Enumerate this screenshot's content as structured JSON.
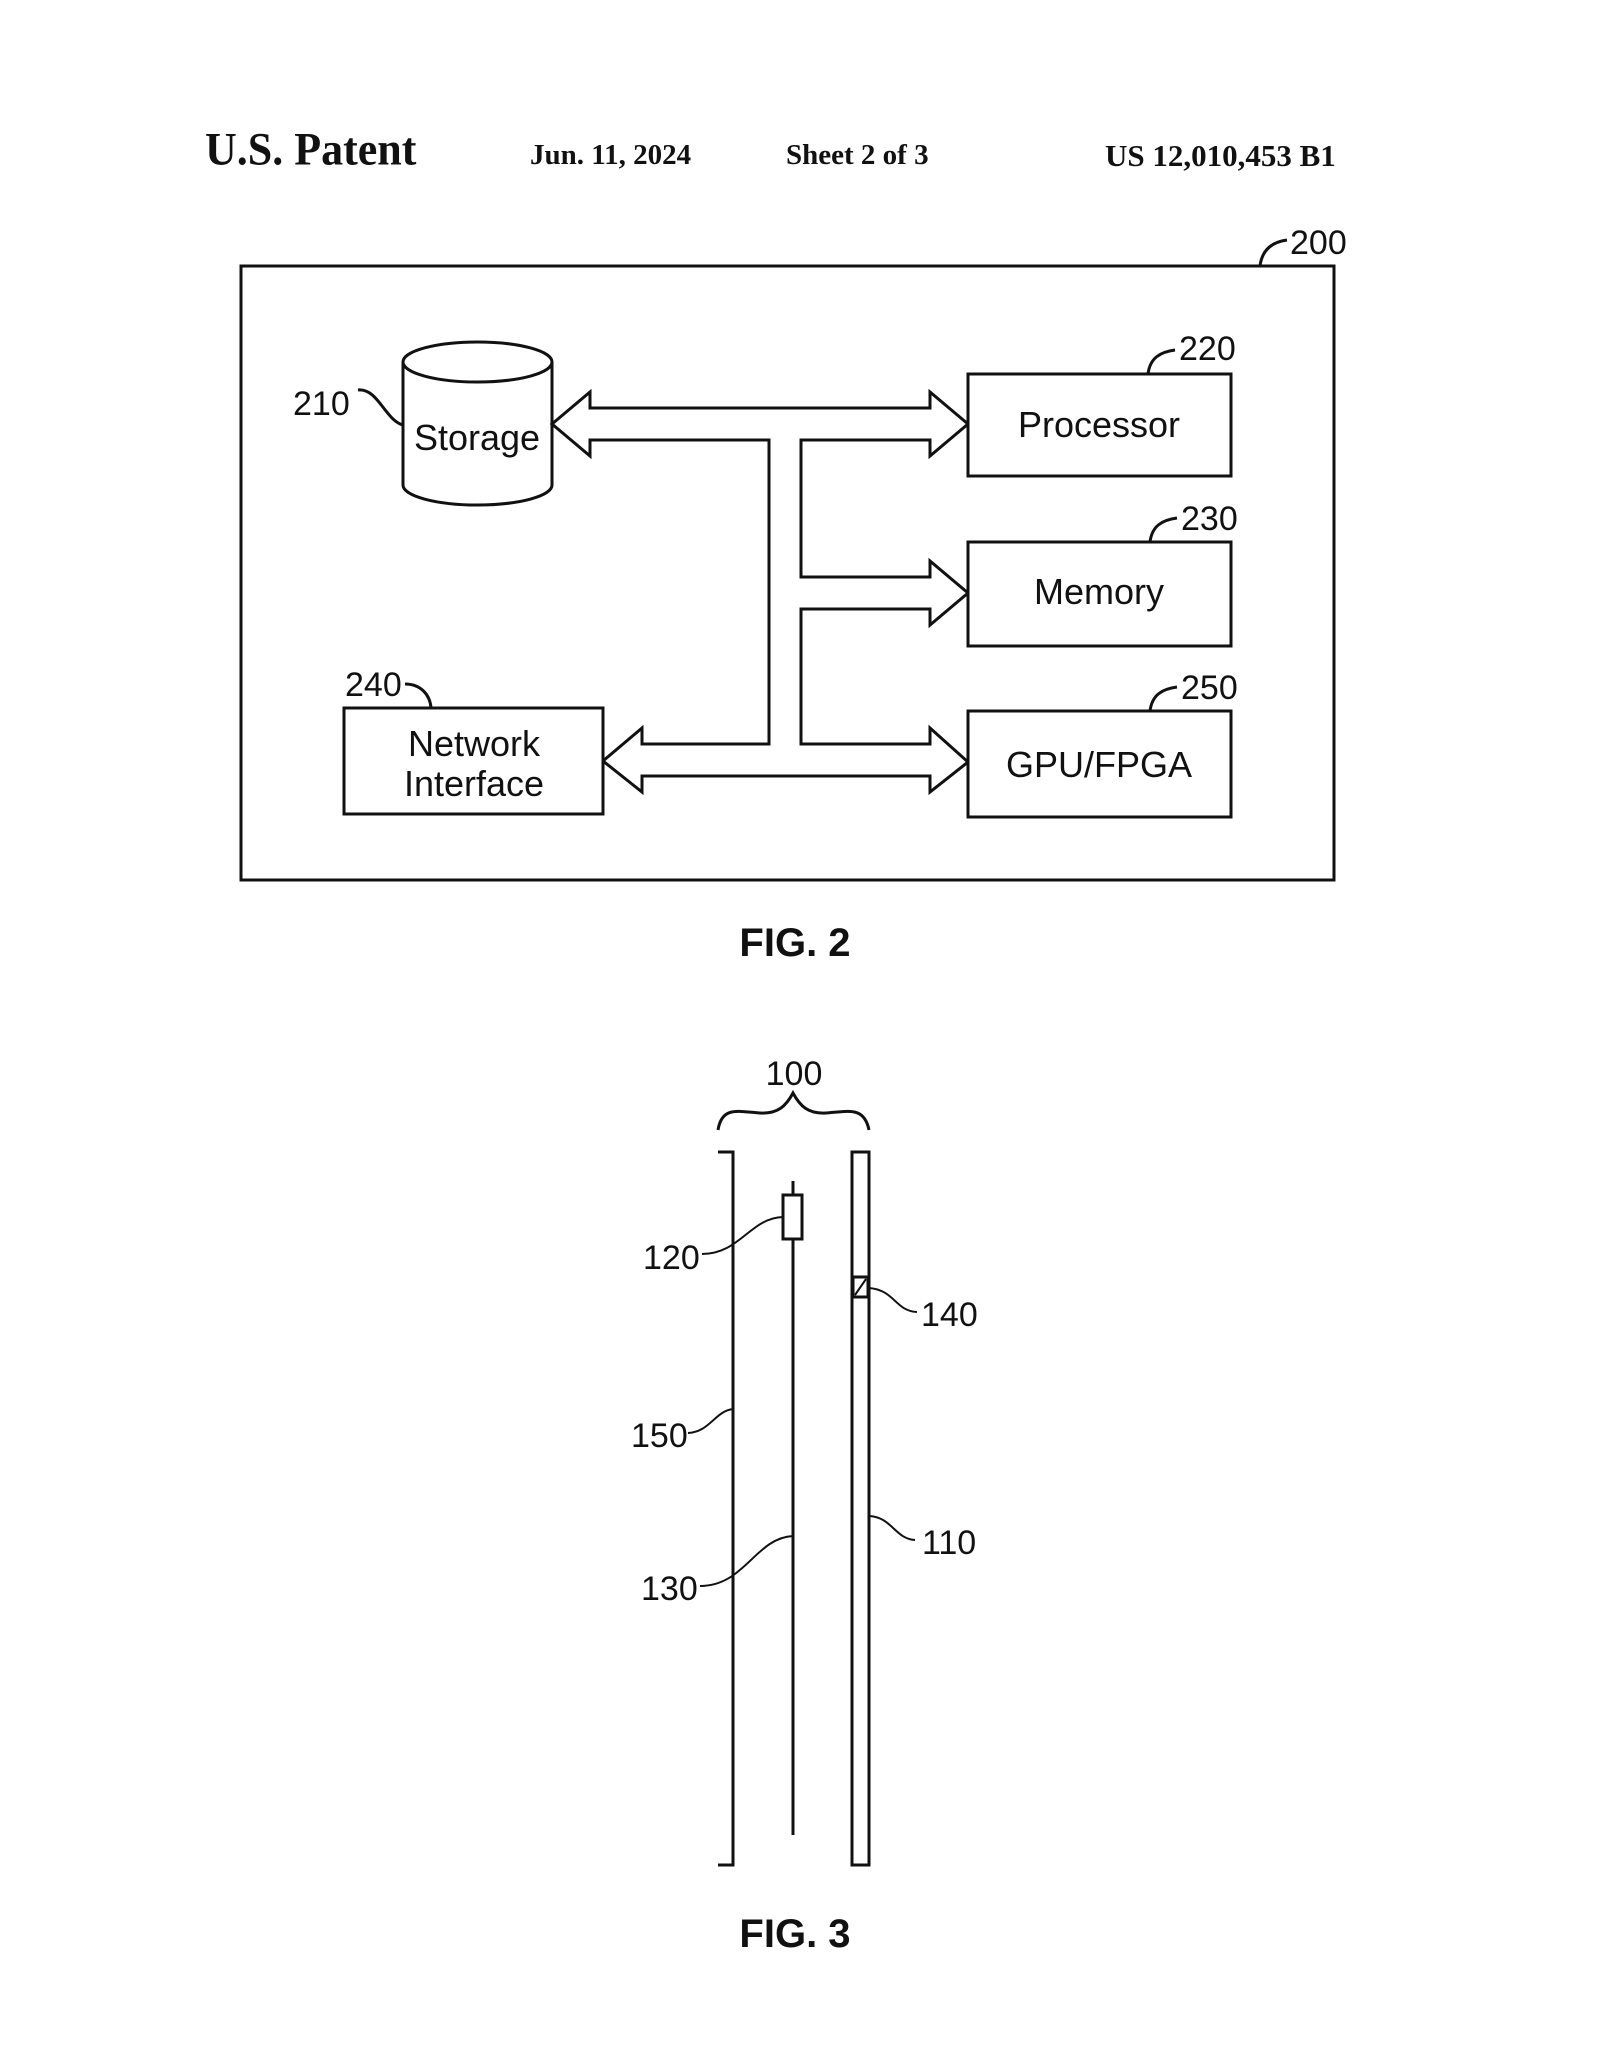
{
  "header": {
    "title": "U.S. Patent",
    "date": "Jun. 11, 2024",
    "sheet": "Sheet 2 of 3",
    "patent_number": "US 12,010,453 B1"
  },
  "fig2": {
    "caption": "FIG. 2",
    "system_ref": "200",
    "storage": {
      "ref": "210",
      "label": "Storage"
    },
    "processor": {
      "ref": "220",
      "label": "Processor"
    },
    "memory": {
      "ref": "230",
      "label": "Memory"
    },
    "network": {
      "ref": "240",
      "label_line1": "Network",
      "label_line2": "Interface"
    },
    "gpu": {
      "ref": "250",
      "label": "GPU/FPGA"
    }
  },
  "fig3": {
    "caption": "FIG. 3",
    "assembly_ref": "100",
    "refs": {
      "plate": "110",
      "component_120": "120",
      "line_130": "130",
      "component_140": "140",
      "bracket_150": "150"
    }
  }
}
